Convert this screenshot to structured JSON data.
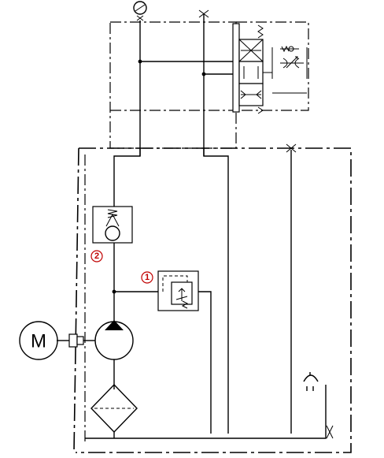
{
  "components": {
    "relief_valve_tag": "1",
    "check_valve_tag": "2",
    "motor_label": "M"
  },
  "colors": {
    "tag_color": "#c00000",
    "line_color": "#000000"
  }
}
